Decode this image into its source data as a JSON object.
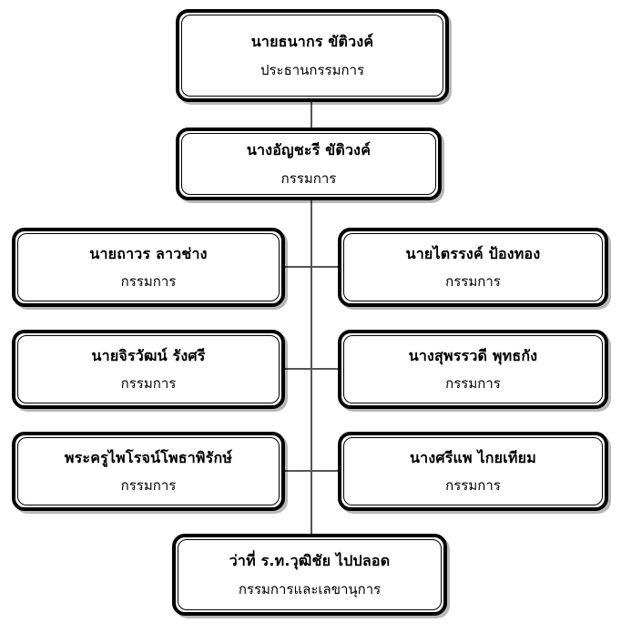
{
  "chart_data": {
    "type": "diagram",
    "title": "",
    "layout": "organization-chart",
    "orientation": "vertical-with-paired-branches"
  },
  "org_chart": {
    "chairman": {
      "name": "นายธนากร  ขัติวงค์",
      "role": "ประธานกรรมการ"
    },
    "vice": {
      "name": "นางอัญชะรี  ขัติวงค์",
      "role": "กรรมการ"
    },
    "members": [
      {
        "name": "นายถาวร  ลาวช่าง",
        "role": "กรรมการ",
        "column": "left",
        "row": 1
      },
      {
        "name": "นายไตรรงค์  ป้องทอง",
        "role": "กรรมการ",
        "column": "right",
        "row": 1
      },
      {
        "name": "นายจิรวัฒน์  รังศรี",
        "role": "กรรมการ",
        "column": "left",
        "row": 2
      },
      {
        "name": "นางสุพรรวดี  พุทธกัง",
        "role": "กรรมการ",
        "column": "right",
        "row": 2
      },
      {
        "name": "พระครูไพโรจน์โพธาพิรักษ์",
        "role": "กรรมการ",
        "column": "left",
        "row": 3
      },
      {
        "name": "นางศรีแพ  ไกยเทียม",
        "role": "กรรมการ",
        "column": "right",
        "row": 3
      }
    ],
    "secretary": {
      "name": "ว่าที่ ร.ท.วุฒิชัย  ไปปลอด",
      "role": "กรรมการและเลขานุการ"
    }
  },
  "style": {
    "box_border_color": "#000000",
    "box_fill_color": "#ffffff",
    "connector_color": "#555555",
    "text_color": "#000000",
    "background_color": "#ffffff"
  }
}
